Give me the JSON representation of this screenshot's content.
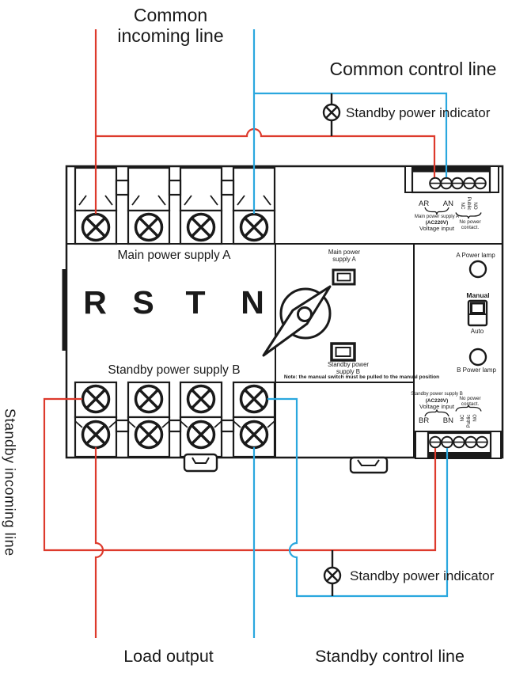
{
  "colors": {
    "wire_red": "#dd3a2c",
    "wire_blue": "#2aa7de",
    "ink": "#1a1a1a"
  },
  "top": {
    "common_incoming_line": "Common\nincoming line",
    "common_control_line": "Common control line",
    "standby_power_indicator": "Standby power indicator"
  },
  "left": {
    "standby_incoming_line": "Standby incoming line"
  },
  "bottom": {
    "load_output": "Load output",
    "standby_control_line": "Standby control line",
    "standby_power_indicator": "Standby power indicator"
  },
  "device": {
    "main_supply_label": "Main power supply A",
    "phase_terminals": [
      "R",
      "S",
      "T",
      "N"
    ],
    "standby_supply_label": "Standby power supply B",
    "main_led_label": "Main power\nsupply A",
    "standby_led_label": "Standby power\nsupply B",
    "note": "Note: the manual switch must be pulled to the manual position",
    "a_power_lamp": "A Power lamp",
    "manual": "Manual",
    "auto": "Auto",
    "b_power_lamp": "B Power lamp",
    "top_connector": {
      "pin1": "AR",
      "pin2": "AN",
      "desc1": "Main power supply A",
      "desc2": "(AC220V)",
      "desc3": "Voltage input",
      "contact1": "NC",
      "contact2": "Public",
      "contact3": "NO",
      "contact_desc": "No power\ncontact."
    },
    "bottom_connector": {
      "desc0": "Standby power supply B",
      "desc2": "(AC220V)",
      "desc3": "Voltage input",
      "pin1": "BR",
      "pin2": "BN",
      "contact1": "NC",
      "contact2": "Public",
      "contact3": "NO",
      "contact_desc": "No power\ncontact."
    }
  }
}
